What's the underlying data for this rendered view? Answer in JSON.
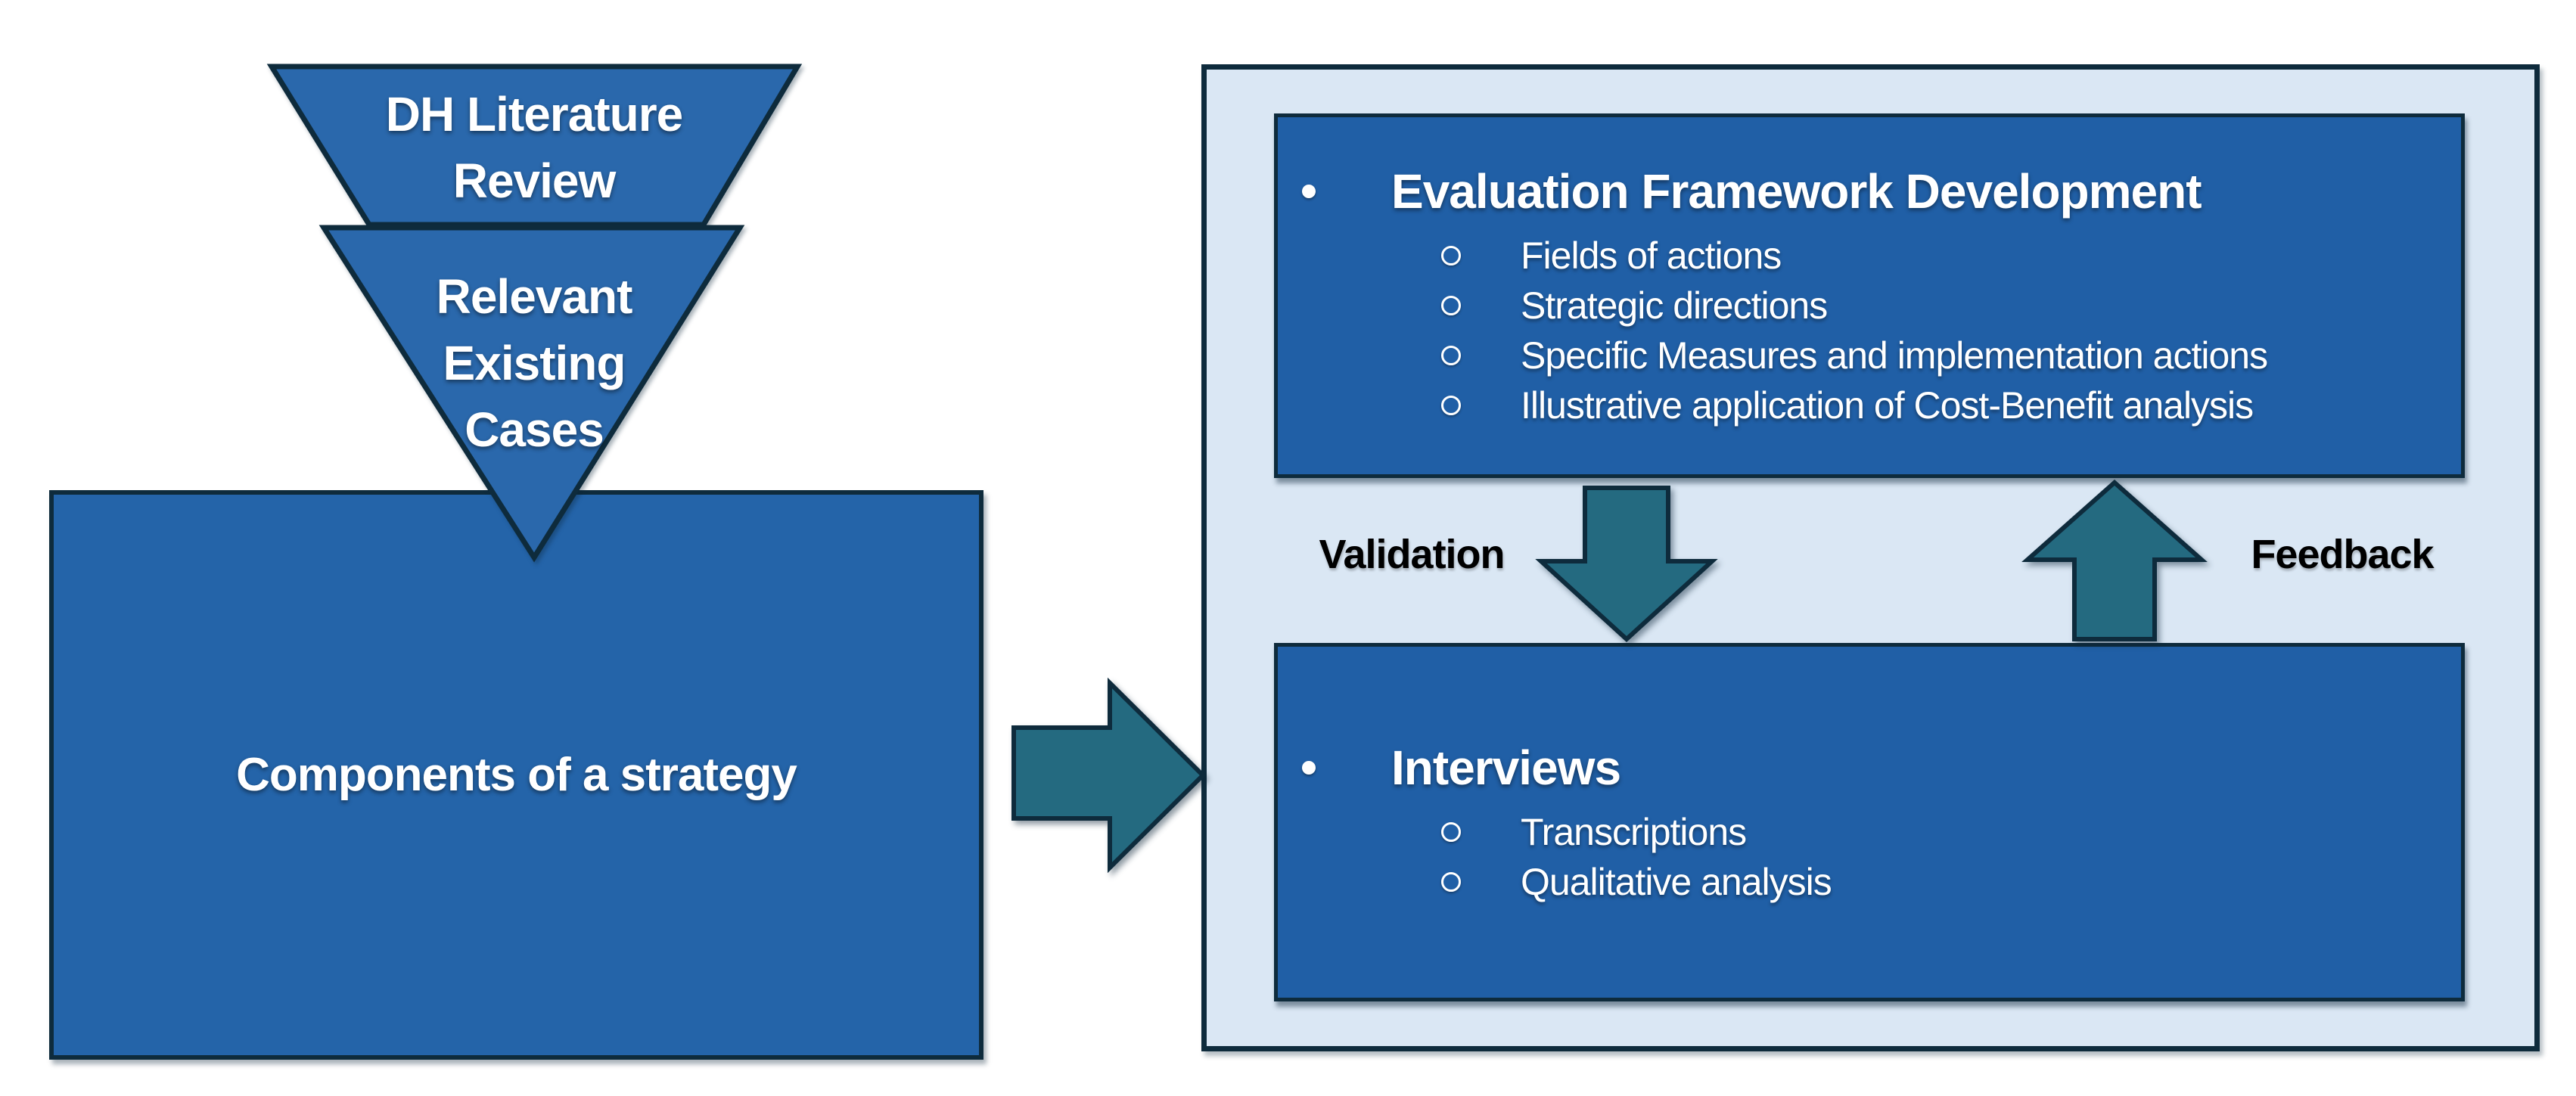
{
  "funnel": {
    "stages": [
      {
        "label": "DH Literature\nReview"
      },
      {
        "label": "Relevant\nExisting\nCases"
      }
    ]
  },
  "strategy_box": {
    "label": "Components of a strategy"
  },
  "panel": {
    "framework_box": {
      "title": "Evaluation Framework Development",
      "items": [
        "Fields of actions",
        "Strategic directions",
        "Specific Measures and implementation actions",
        "Illustrative application of Cost-Benefit analysis"
      ]
    },
    "validation_label": "Validation",
    "feedback_label": "Feedback",
    "interviews_box": {
      "title": "Interviews",
      "items": [
        "Transcriptions",
        "Qualitative analysis"
      ]
    }
  },
  "icons": {
    "flow_arrow": "right-arrow",
    "validation_arrow": "down-arrow",
    "feedback_arrow": "up-arrow",
    "top_level_bullet": "dot-bullet",
    "sub_level_bullet": "circle-bullet"
  },
  "colors": {
    "shape_blue": "#2464A9",
    "inner_box_blue": "#205FA6",
    "arrow_teal": "#246A80",
    "panel_light_blue": "#DAE7F4",
    "outline_dark": "#0E2B3C",
    "text_white": "#FFFFFF",
    "label_black": "#000000",
    "background": "#FFFFFF"
  }
}
